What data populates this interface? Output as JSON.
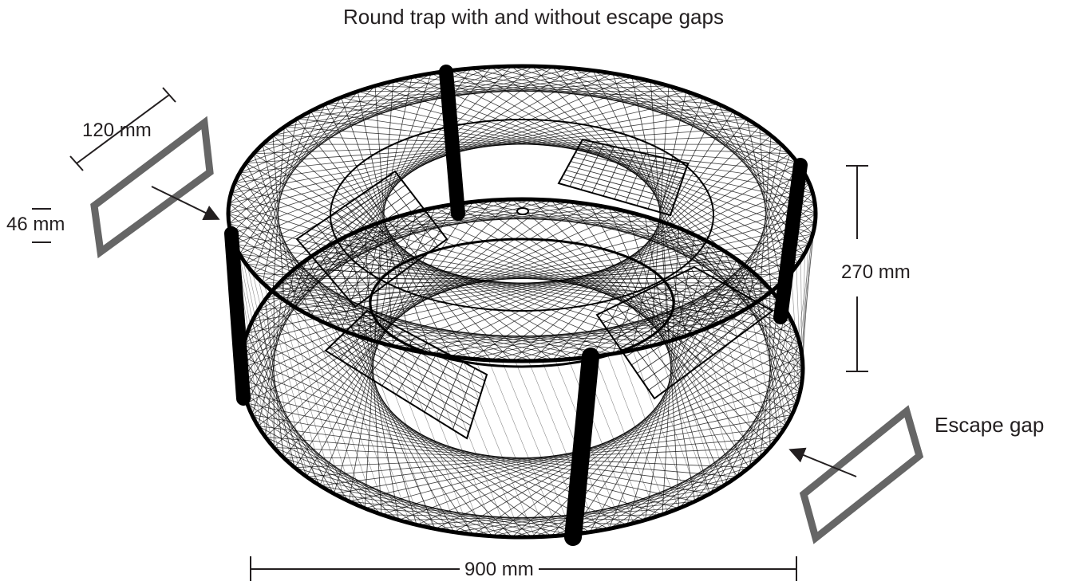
{
  "title": "Round trap with and without escape gaps",
  "dimensions": {
    "gap_length": "120 mm",
    "gap_height": "46 mm",
    "trap_height": "270 mm",
    "trap_diameter": "900 mm"
  },
  "callouts": {
    "escape_gap": "Escape gap"
  },
  "colors": {
    "line": "#000000",
    "gap_frame": "#666666",
    "text": "#231f20"
  }
}
